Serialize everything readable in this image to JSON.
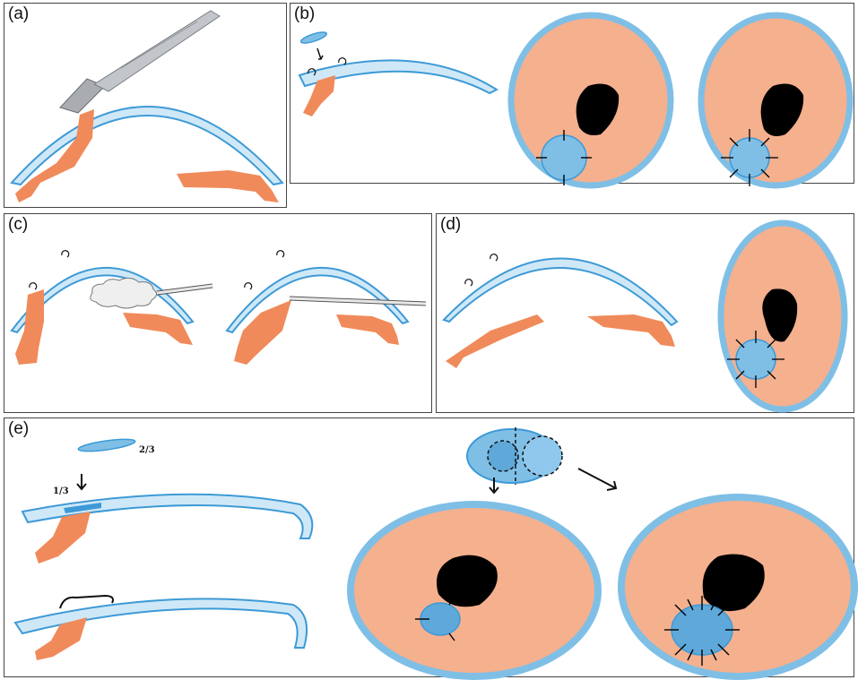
{
  "panels": {
    "a": {
      "label": "(a)"
    },
    "b": {
      "label": "(b)"
    },
    "c": {
      "label": "(c)"
    },
    "d": {
      "label": "(d)"
    },
    "e": {
      "label": "(e)",
      "graft_label_large": "2/3",
      "graft_label_small": "1/3"
    }
  },
  "colors": {
    "iris": "#f08a5a",
    "iris_face": "#f5b08e",
    "cornea_fill": "#cfe8f7",
    "cornea_edge": "#3d9ad6",
    "graft": "#7fbfe6",
    "pupil": "#000000",
    "suture": "#000000",
    "panel_border": "#444444"
  },
  "icons": [
    "scalpel-icon",
    "cannula-icon",
    "air-bubble-icon",
    "arrow-icon"
  ]
}
